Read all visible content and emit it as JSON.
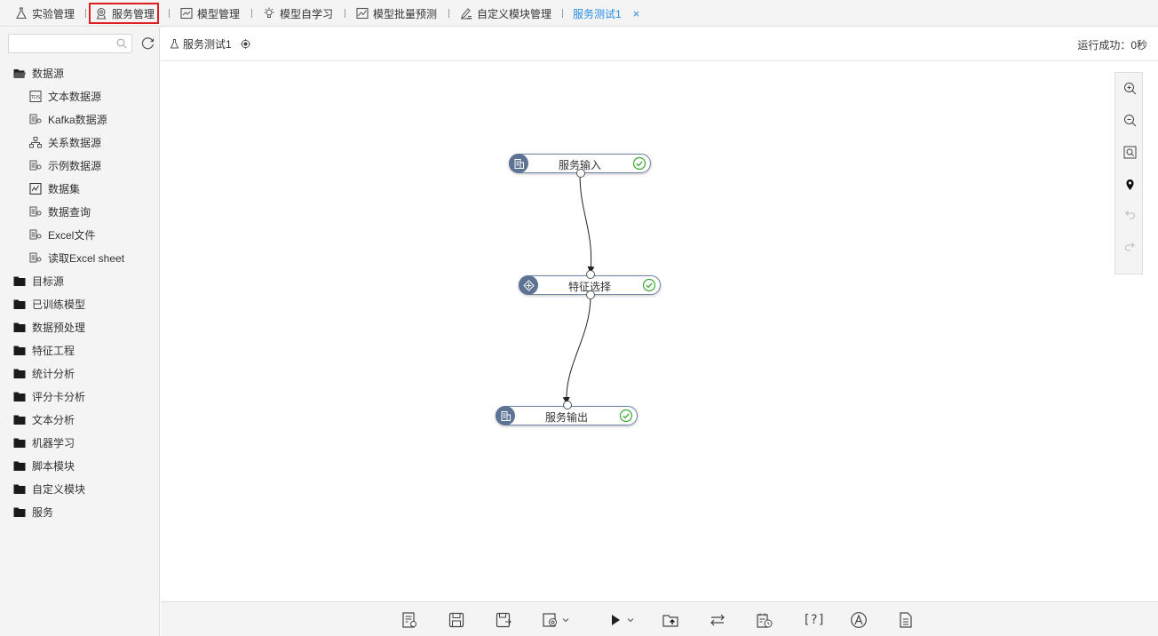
{
  "tabs": [
    {
      "label": "实验管理",
      "icon": "flask-icon"
    },
    {
      "label": "服务管理",
      "icon": "service-icon"
    },
    {
      "label": "模型管理",
      "icon": "model-icon"
    },
    {
      "label": "模型自学习",
      "icon": "lightbulb-icon"
    },
    {
      "label": "模型批量预测",
      "icon": "trend-chart-icon"
    },
    {
      "label": "自定义模块管理",
      "icon": "pen-edit-icon"
    },
    {
      "label": "服务测试1",
      "icon": "",
      "close": "×"
    }
  ],
  "sidebar": {
    "search": {
      "value": "",
      "placeholder": ""
    },
    "tree": [
      {
        "label": "数据源",
        "type": "group",
        "icon": "folder-open-icon"
      },
      {
        "label": "文本数据源",
        "type": "child",
        "icon": "text-datasource-icon"
      },
      {
        "label": "Kafka数据源",
        "type": "child",
        "icon": "datasource-icon"
      },
      {
        "label": "关系数据源",
        "type": "child",
        "icon": "relation-icon"
      },
      {
        "label": "示例数据源",
        "type": "child",
        "icon": "datasource-icon"
      },
      {
        "label": "数据集",
        "type": "child",
        "icon": "dataset-icon"
      },
      {
        "label": "数据查询",
        "type": "child",
        "icon": "datasource-icon"
      },
      {
        "label": "Excel文件",
        "type": "child",
        "icon": "datasource-icon"
      },
      {
        "label": "读取Excel sheet",
        "type": "child",
        "icon": "datasource-icon"
      },
      {
        "label": "目标源",
        "type": "group",
        "icon": "folder-icon"
      },
      {
        "label": "已训练模型",
        "type": "group",
        "icon": "folder-icon"
      },
      {
        "label": "数据预处理",
        "type": "group",
        "icon": "folder-icon"
      },
      {
        "label": "特征工程",
        "type": "group",
        "icon": "folder-icon"
      },
      {
        "label": "统计分析",
        "type": "group",
        "icon": "folder-icon"
      },
      {
        "label": "评分卡分析",
        "type": "group",
        "icon": "folder-icon"
      },
      {
        "label": "文本分析",
        "type": "group",
        "icon": "folder-icon"
      },
      {
        "label": "机器学习",
        "type": "group",
        "icon": "folder-icon"
      },
      {
        "label": "脚本模块",
        "type": "group",
        "icon": "folder-icon"
      },
      {
        "label": "自定义模块",
        "type": "group",
        "icon": "folder-icon"
      },
      {
        "label": "服务",
        "type": "group",
        "icon": "folder-icon"
      }
    ]
  },
  "header": {
    "title": "服务测试1",
    "status": "运行成功：0秒"
  },
  "nodes": [
    {
      "label": "服务输入",
      "icon": "table-icon",
      "status": "success"
    },
    {
      "label": "特征选择",
      "icon": "feature-icon",
      "status": "success"
    },
    {
      "label": "服务输出",
      "icon": "table-icon",
      "status": "success"
    }
  ],
  "zoom_tools": [
    "zoom-in-icon",
    "zoom-out-icon",
    "fit-view-icon",
    "locate-icon",
    "undo-icon",
    "redo-icon"
  ],
  "toolbar": {
    "tools": [
      "properties-icon",
      "save-icon",
      "save-as-icon",
      "settings-icon",
      "run-icon",
      "publish-icon",
      "switch-icon",
      "schedule-icon",
      "help-icon",
      "annotation-icon",
      "document-icon"
    ],
    "help_label": "[?]"
  },
  "colors": {
    "accent": "#2a8ce6",
    "node_border": "#6f85a3",
    "node_badge": "#5d7393",
    "success": "#3aaa35",
    "highlight_box": "#e02020"
  }
}
